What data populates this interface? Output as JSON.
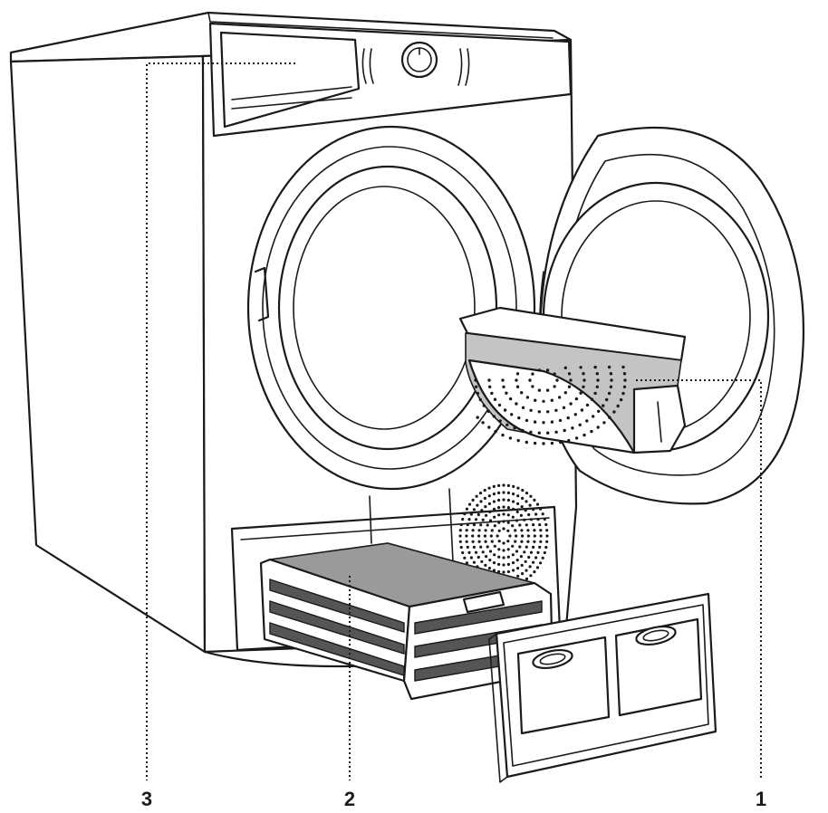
{
  "callouts": [
    {
      "label": "1"
    },
    {
      "label": "2"
    },
    {
      "label": "3"
    }
  ],
  "icons": {
    "machine": "tumble-dryer-icon",
    "control_knob": "control-knob-icon",
    "filter": "filter-icon",
    "container": "water-container-icon",
    "cover": "heat-exchanger-cover-icon"
  }
}
